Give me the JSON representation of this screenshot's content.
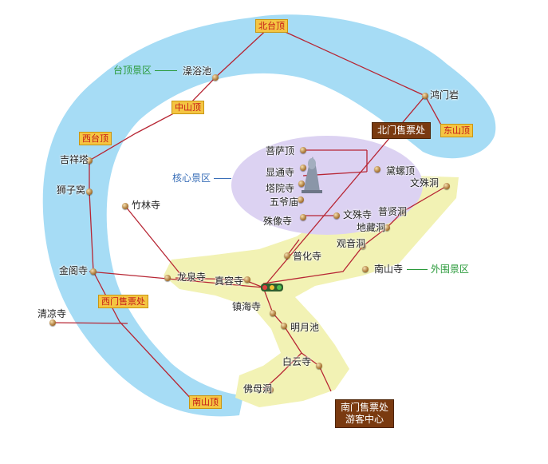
{
  "colors": {
    "river": "#a6dcf5",
    "core_zone": "#dcd2f2",
    "outer_zone": "#f2f2b4",
    "route": "#b72634",
    "gate_bg": "#7a3a10",
    "plate_bg": "#f4c542",
    "plate_text": "#c41818",
    "terrace_label": "#2a9a3a",
    "core_label": "#3a6fb8",
    "outer_label": "#2a9a3a"
  },
  "zones": {
    "terrace": "台顶景区",
    "core": "核心景区",
    "outer": "外围景区"
  },
  "peaks": {
    "north": "北台顶",
    "middle": "中山顶",
    "west": "西台顶",
    "east": "东山顶",
    "south": "南山顶"
  },
  "gates": {
    "north": "北门售票处",
    "west": "西门售票处",
    "south_line1": "南门售票处",
    "south_line2": "游客中心"
  },
  "places": {
    "yuyuchi": "澡浴池",
    "hongmenyan": "鸿门岩",
    "jixiangta": "吉祥塔",
    "shiziwo": "狮子窝",
    "zhulinsi": "竹林寺",
    "jingesi": "金阁寺",
    "qingliangsi": "清凉寺",
    "pusading": "菩萨顶",
    "xiantongsi": "显通寺",
    "tayuansi": "塔院寺",
    "wuyemiao": "五爷庙",
    "shuxiangsi": "殊像寺",
    "dailuoding": "黛螺顶",
    "wenshudong": "文殊洞",
    "puxiandong": "普贤洞",
    "dizangdong": "地藏洞",
    "guanyindong": "观音洞",
    "wenshusi": "文殊寺",
    "puhuasi": "普化寺",
    "nanshansi": "南山寺",
    "longquansi": "龙泉寺",
    "zhenrongsi": "真容寺",
    "zhenhaisi": "镇海寺",
    "mingyuechi": "明月池",
    "baiyunsi": "白云寺",
    "fomudong": "佛母洞"
  }
}
